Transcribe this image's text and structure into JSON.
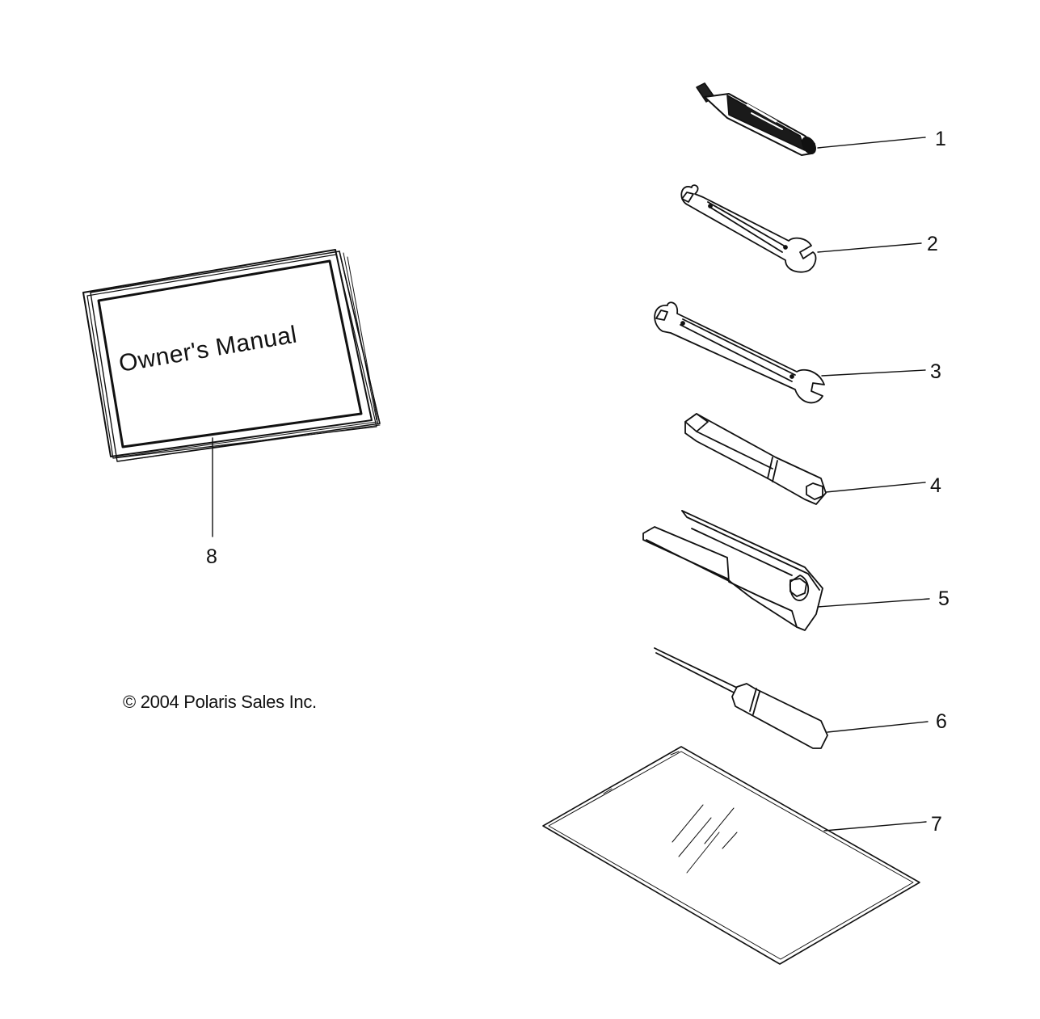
{
  "diagram": {
    "manual_cover_text": "Owner's Manual",
    "copyright": "© 2004 Polaris Sales Inc.",
    "callouts": [
      {
        "id": "1",
        "label": "1"
      },
      {
        "id": "2",
        "label": "2"
      },
      {
        "id": "3",
        "label": "3"
      },
      {
        "id": "4",
        "label": "4"
      },
      {
        "id": "5",
        "label": "5"
      },
      {
        "id": "6",
        "label": "6"
      },
      {
        "id": "7",
        "label": "7"
      },
      {
        "id": "8",
        "label": "8"
      }
    ],
    "parts": [
      {
        "callout": "1",
        "icon": "screwdriver-handle-icon"
      },
      {
        "callout": "2",
        "icon": "open-end-wrench-small-icon"
      },
      {
        "callout": "3",
        "icon": "open-end-wrench-large-icon"
      },
      {
        "callout": "4",
        "icon": "spark-plug-socket-wrench-icon"
      },
      {
        "callout": "5",
        "icon": "tool-holder-bracket-icon"
      },
      {
        "callout": "6",
        "icon": "screwdriver-icon"
      },
      {
        "callout": "7",
        "icon": "tool-bag-icon"
      },
      {
        "callout": "8",
        "icon": "owners-manual-icon"
      }
    ],
    "line_color": "#111111"
  }
}
